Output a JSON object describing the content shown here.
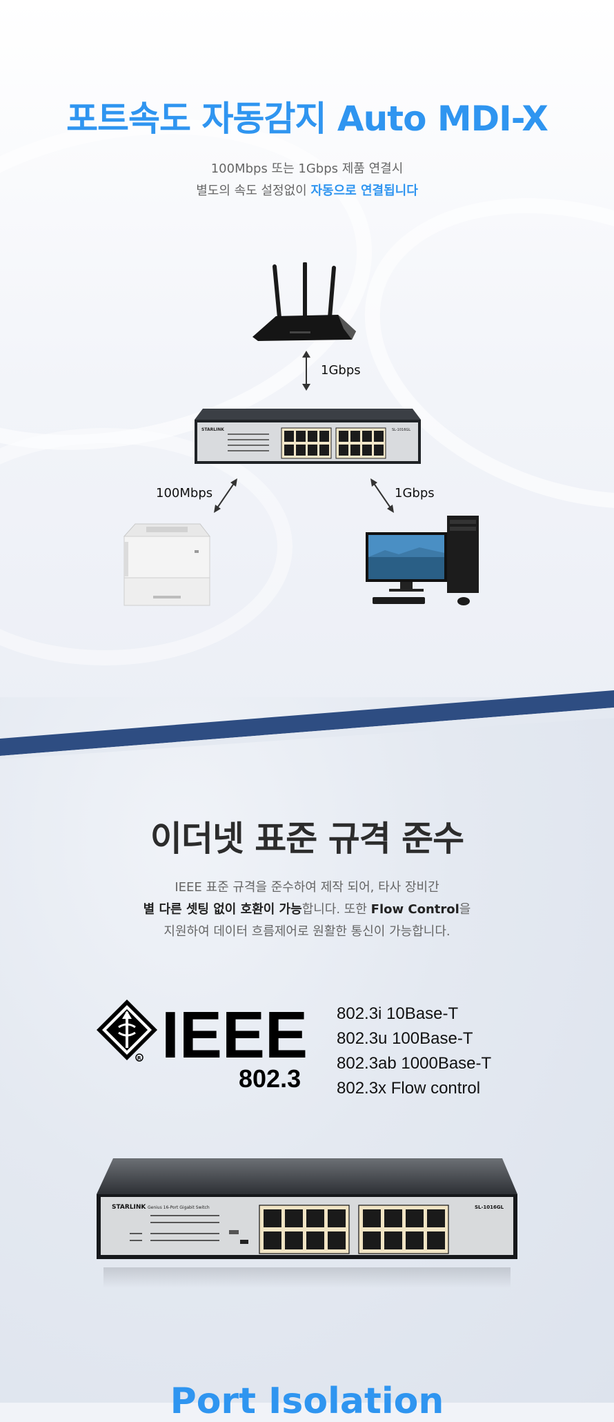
{
  "section1": {
    "title": "포트속도 자동감지 Auto MDI-X",
    "line1": "100Mbps 또는 1Gbps 제품 연결시",
    "line2_plain": "별도의 속도 설정없이 ",
    "line2_highlight": "자동으로 연결됩니다",
    "link_router": "1Gbps",
    "link_printer": "100Mbps",
    "link_pc": "1Gbps",
    "switch_brand": "STARLINK",
    "switch_model": "SL-1016GL"
  },
  "section2": {
    "title": "이더넷 표준 규격 준수",
    "line1": "IEEE 표준 규격을 준수하여 제작 되어, 타사 장비간",
    "line2_bold1": "별 다른 셋팅 없이 호환이 가능",
    "line2_plain1": "합니다. 또한 ",
    "line2_bold2": "Flow Control",
    "line2_plain2": "을",
    "line3": "지원하여 데이터 흐름제어로 원활한 통신이 가능합니다.",
    "ieee_logo": "IEEE",
    "ieee_number": "802.3",
    "standards": [
      "802.3i 10Base-T",
      "802.3u 100Base-T",
      "802.3ab 1000Base-T",
      "802.3x Flow control"
    ],
    "switch_brand": "STARLINK",
    "switch_desc": "Genius 16-Port Gigabit Switch",
    "switch_model": "SL-1016GL"
  },
  "section3": {
    "title_partial": "Port Isolation"
  }
}
